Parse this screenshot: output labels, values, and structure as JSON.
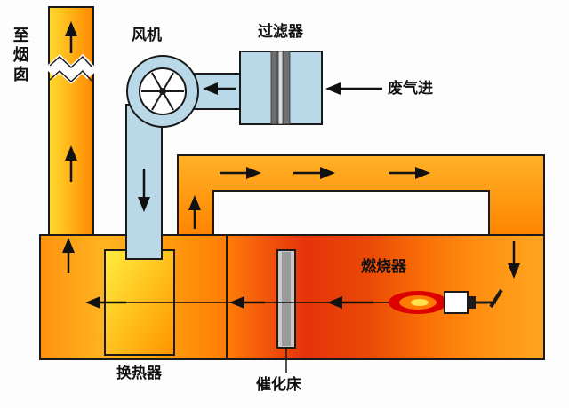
{
  "diagram": {
    "labels": {
      "chimney": "至烟囱",
      "fan": "风机",
      "filter": "过滤器",
      "waste_gas_in": "废气进",
      "burner": "燃烧器",
      "heat_exchanger": "换热器",
      "catalytic_bed": "催化床"
    },
    "colors": {
      "duct_blue": "#b9d9e8",
      "hot_yellow": "#ffd92e",
      "hot_orange": "#ff8a00",
      "combustion_red": "#e5330a",
      "flame_red": "#dd0000",
      "flame_mid": "#ff7a00",
      "flame_core": "#ffe14d",
      "filter_element_gray": "#6f6f6f",
      "catalyst_gray": "#c9c9c9",
      "outline": "#1a1a1a"
    }
  }
}
